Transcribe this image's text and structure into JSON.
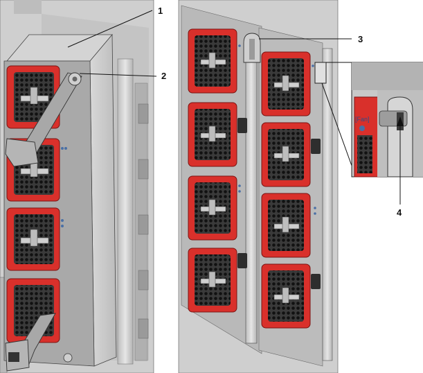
{
  "callouts": [
    {
      "id": "callout-1",
      "label": "1"
    },
    {
      "id": "callout-2",
      "label": "2"
    },
    {
      "id": "callout-3",
      "label": "3"
    },
    {
      "id": "callout-4",
      "label": "4"
    }
  ],
  "colors": {
    "fan_red": "#d9302b",
    "fan_red_dark": "#a51f1c",
    "chassis_gray": "#c9c9c9",
    "chassis_dark": "#8f8f8f",
    "metal_light": "#e4e4e4",
    "mesh_dark": "#2a2a2a",
    "handle_gray": "#9a9a9a",
    "line": "#111111"
  }
}
